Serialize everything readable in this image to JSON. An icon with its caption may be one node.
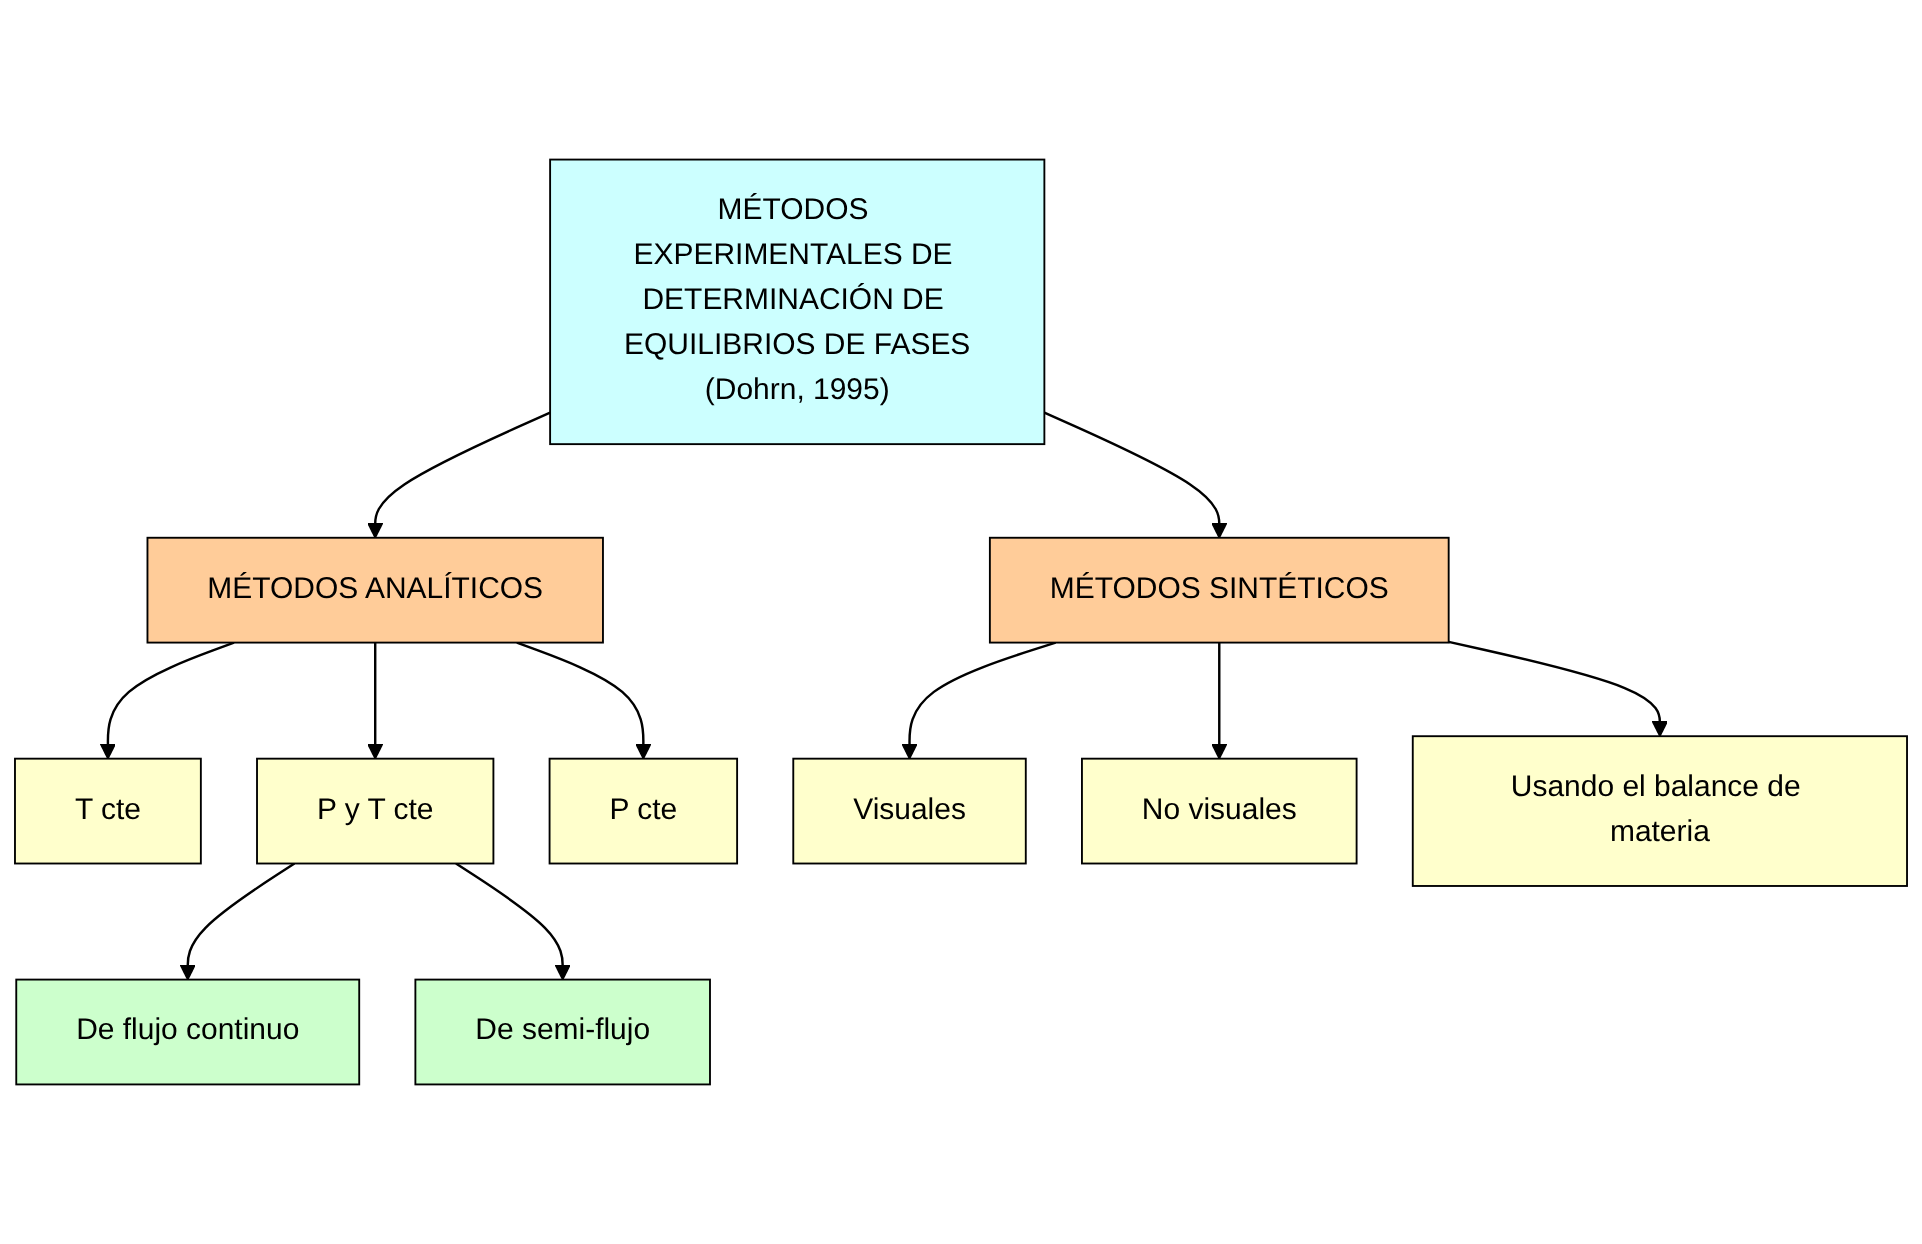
{
  "diagram": {
    "nodes": [
      {
        "text": [
          "MÉTODOS EXPERIMENTALES DE DETERMINACIÓN DE EQUILIBRIOS DE FASES",
          "(Dohrn, 1995)"
        ]
      },
      {
        "text": [
          "MÉTODOS ANALÍTICOS"
        ]
      },
      {
        "text": [
          "MÉTODOS SINTÉTICOS"
        ]
      },
      {
        "text": [
          "T cte"
        ]
      },
      {
        "text": [
          "P y T cte"
        ]
      },
      {
        "text": [
          "P cte"
        ]
      },
      {
        "text": [
          "Visuales"
        ]
      },
      {
        "text": [
          "No visuales"
        ]
      },
      {
        "text": [
          "Usando el balance de materia"
        ]
      },
      {
        "text": [
          "De flujo continuo"
        ]
      },
      {
        "text": [
          "De semi-flujo"
        ]
      }
    ],
    "edges": [
      {
        "from": 0,
        "to": 1,
        "arrow": "to"
      },
      {
        "from": 0,
        "to": 2,
        "arrow": "to"
      },
      {
        "from": 1,
        "to": 3,
        "arrow": "to"
      },
      {
        "from": 1,
        "to": 4,
        "arrow": "to"
      },
      {
        "from": 1,
        "to": 5,
        "arrow": "to"
      },
      {
        "from": 2,
        "to": 6,
        "arrow": "to"
      },
      {
        "from": 2,
        "to": 7,
        "arrow": "to"
      },
      {
        "from": 2,
        "to": 8,
        "arrow": "to"
      },
      {
        "from": 4,
        "to": 9,
        "arrow": "to"
      },
      {
        "from": 4,
        "to": 10,
        "arrow": "to"
      }
    ]
  }
}
